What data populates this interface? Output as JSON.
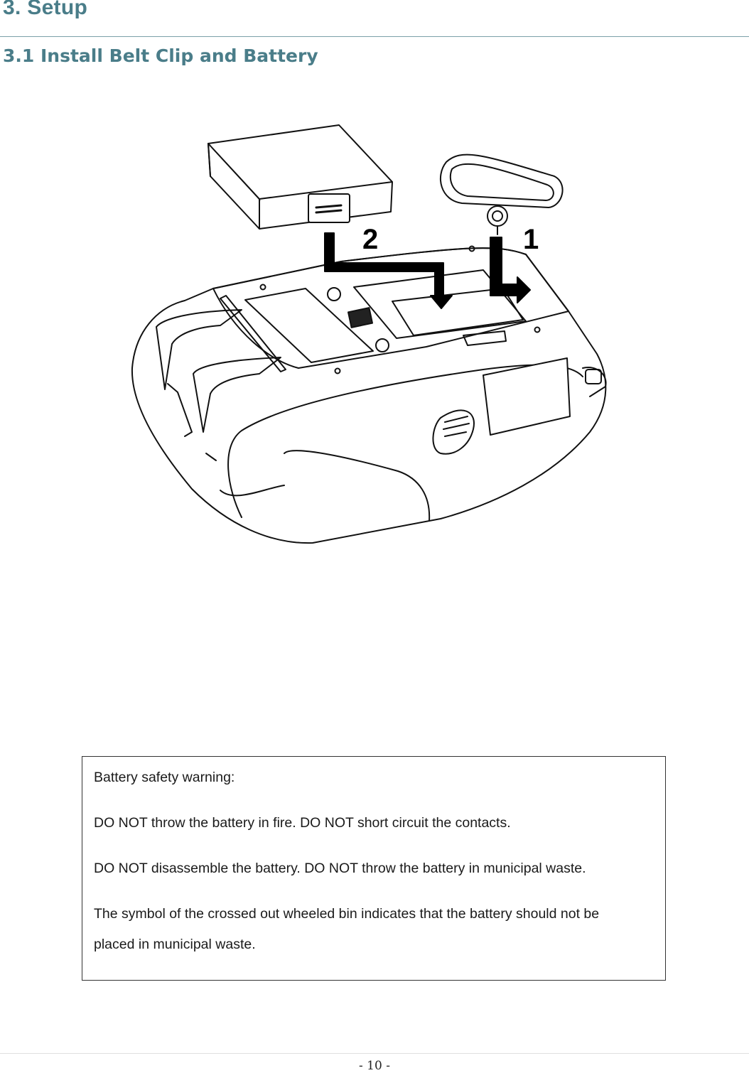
{
  "chapter": {
    "title": "3. Setup"
  },
  "section": {
    "title": "3.1 Install Belt Clip and Battery"
  },
  "figure": {
    "step_labels": [
      "2",
      "1"
    ]
  },
  "warning": {
    "heading": "Battery safety warning:",
    "lines": [
      "DO NOT throw the battery in fire. DO NOT short circuit the contacts.",
      "DO NOT disassemble the battery. DO NOT throw the battery in municipal waste.",
      "The symbol of the crossed out wheeled bin indicates that the battery should not be",
      "placed in municipal waste."
    ]
  },
  "footer": {
    "page_number": "- 10 -"
  },
  "colors": {
    "heading": "#4a7d89",
    "rule": "#7aa0a8",
    "text": "#1a1a1a"
  }
}
